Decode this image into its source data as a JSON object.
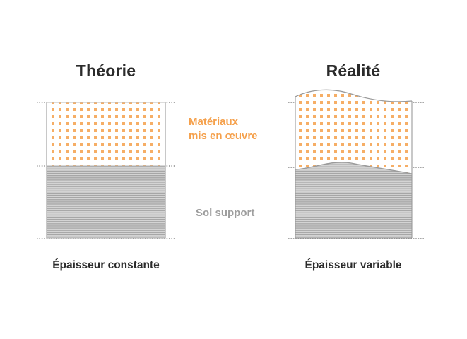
{
  "figure": {
    "background": "#ffffff",
    "columns": [
      {
        "id": "theorie",
        "heading": "Théorie",
        "caption": "Épaisseur constante",
        "boundary_style": "straight"
      },
      {
        "id": "realite",
        "heading": "Réalité",
        "caption": "Épaisseur variable",
        "boundary_style": "wavy"
      }
    ],
    "layers": [
      {
        "id": "materiaux",
        "label": "Matériaux\nmis en œuvre",
        "label_line1": "Matériaux",
        "label_line2": "mis en œuvre",
        "color": "#F5A04B",
        "fill": "orange-dot-pattern"
      },
      {
        "id": "sol",
        "label": "Sol support",
        "color": "#9e9e9e",
        "fill": "gray-horizontal-hatch"
      }
    ],
    "guides": {
      "style": "dotted",
      "color": "#8c8c8c",
      "count": 3
    },
    "colors": {
      "accent_orange": "#F5A04B",
      "soil_gray": "#b0b0b0",
      "hatch_gray": "#9a9a9a",
      "outline_gray": "#9a9a9a",
      "heading_text": "#2b2b2b",
      "sol_text": "#9e9e9e"
    }
  }
}
